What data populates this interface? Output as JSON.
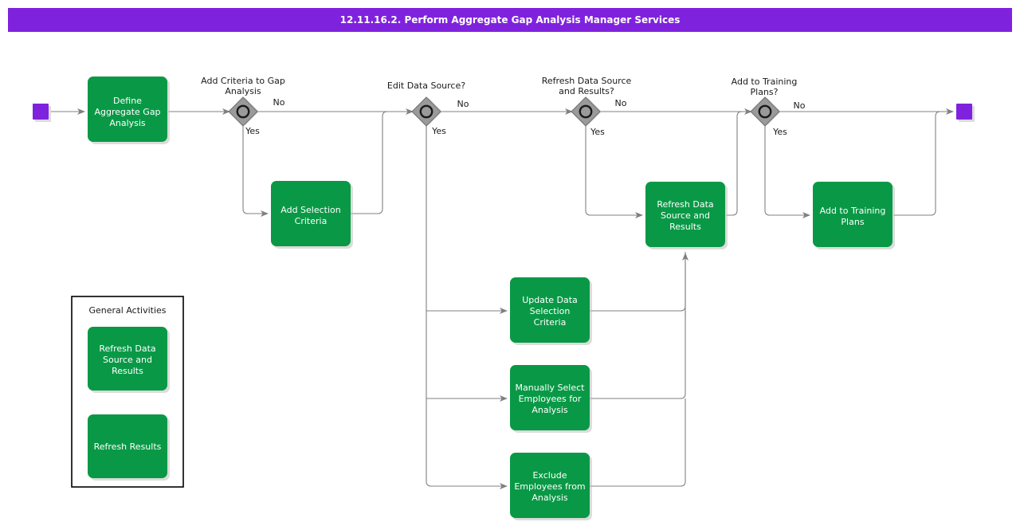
{
  "header": {
    "title": "12.11.16.2. Perform Aggregate Gap Analysis Manager Services",
    "bar_color": "#7F22DD",
    "text_color": "#FFFFFF"
  },
  "colors": {
    "task_green": "#099946",
    "endpoint_purple": "#7F22DD",
    "gateway_gray": "#9A9A9A",
    "line_gray": "#808080",
    "text_dark": "#1A1A1A",
    "canvas": "#FFFFFF"
  },
  "nodes": {
    "start": {
      "label": "",
      "type": "start-event"
    },
    "end": {
      "label": "",
      "type": "end-event"
    },
    "task_define": {
      "label": "Define Aggregate Gap Analysis",
      "lines": [
        "Define",
        "Aggregate Gap",
        "Analysis"
      ]
    },
    "task_add_selection": {
      "label": "Add Selection Criteria",
      "lines": [
        "Add Selection",
        "Criteria"
      ]
    },
    "task_update_data": {
      "label": "Update Data Selection Criteria",
      "lines": [
        "Update Data",
        "Selection",
        "Criteria"
      ]
    },
    "task_manual_select": {
      "label": "Manually Select Employees for Analysis",
      "lines": [
        "Manually Select",
        "Employees for",
        "Analysis"
      ]
    },
    "task_exclude": {
      "label": "Exclude Employees from Analysis",
      "lines": [
        "Exclude",
        "Employees from",
        "Analysis"
      ]
    },
    "task_refresh": {
      "label": "Refresh Data Source and Results",
      "lines": [
        "Refresh Data",
        "Source and",
        "Results"
      ]
    },
    "task_training": {
      "label": "Add to Training Plans",
      "lines": [
        "Add to Training",
        "Plans"
      ]
    }
  },
  "gateways": {
    "gw_add_criteria": {
      "label": "Add Criteria to Gap Analysis",
      "lines": [
        "Add Criteria to Gap",
        "Analysis"
      ],
      "yes": "Yes",
      "no": "No"
    },
    "gw_edit_source": {
      "label": "Edit Data Source?",
      "lines": [
        "Edit Data Source?"
      ],
      "yes": "Yes",
      "no": "No"
    },
    "gw_refresh": {
      "label": "Refresh Data Source and Results?",
      "lines": [
        "Refresh Data Source",
        "and Results?"
      ],
      "yes": "Yes",
      "no": "No"
    },
    "gw_training": {
      "label": "Add to Training Plans?",
      "lines": [
        "Add to Training",
        "Plans?"
      ],
      "yes": "Yes",
      "no": "No"
    }
  },
  "legend": {
    "title": "General Activities",
    "items": [
      {
        "label": "Refresh Data Source and Results",
        "lines": [
          "Refresh Data",
          "Source and",
          "Results"
        ]
      },
      {
        "label": "Refresh Results",
        "lines": [
          "Refresh Results"
        ]
      }
    ]
  }
}
